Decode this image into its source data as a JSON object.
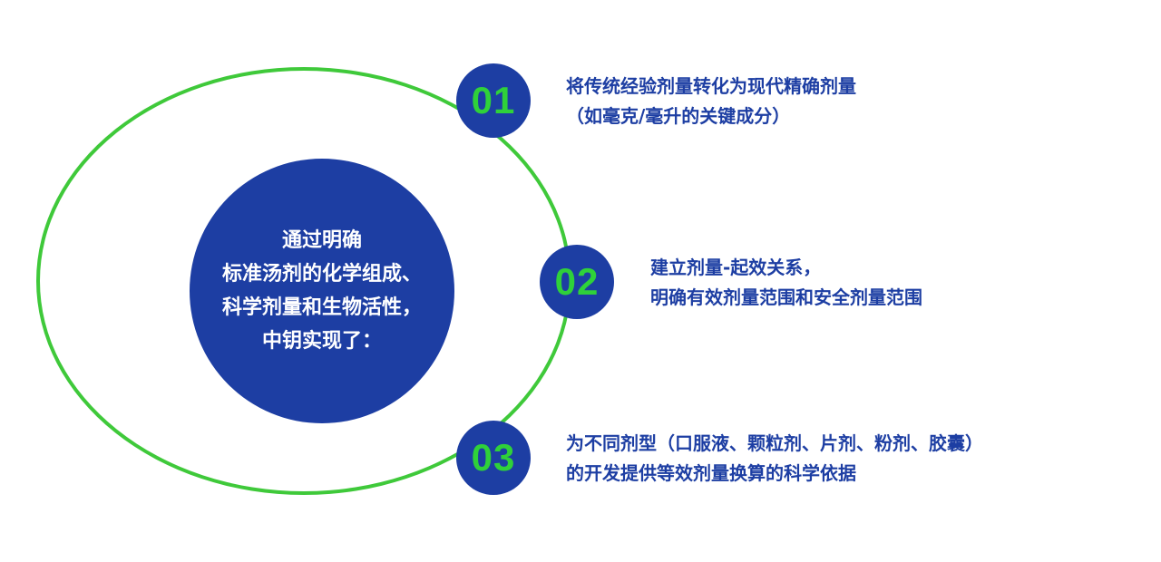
{
  "center": {
    "lines": [
      "通过明确",
      "标准汤剂的化学组成、",
      "科学剂量和生物活性，",
      "中钥实现了："
    ]
  },
  "items": [
    {
      "number": "01",
      "lines": [
        "将传统经验剂量转化为现代精确剂量",
        "（如毫克/毫升的关键成分）"
      ]
    },
    {
      "number": "02",
      "lines": [
        "建立剂量-起效关系，",
        "明确有效剂量范围和安全剂量范围"
      ]
    },
    {
      "number": "03",
      "lines": [
        "为不同剂型（口服液、颗粒剂、片剂、粉剂、胶囊）",
        "的开发提供等效剂量换算的科学依据"
      ]
    }
  ],
  "colors": {
    "ring": "#3fc93a",
    "navy": "#1d3ea3",
    "number_green": "#2fd13a",
    "center_text": "#ffffff"
  }
}
